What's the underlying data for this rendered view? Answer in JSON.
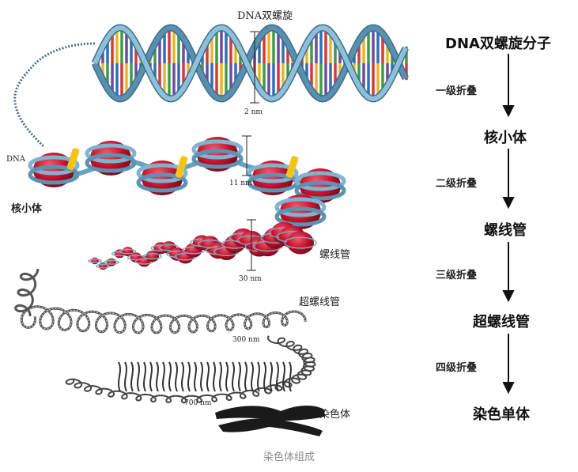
{
  "illustration": {
    "title": "DNA双螺旋",
    "dna_label": "DNA",
    "nucleosome_label": "核小体",
    "solenoid_label": "螺线管",
    "supercoil_label": "超螺线管",
    "chromatid_label": "染色体",
    "dim_2nm": "2 nm",
    "dim_11nm": "11 nm",
    "dim_30nm": "30 nm",
    "dim_300nm": "300 nm",
    "dim_700nm": "700 nm"
  },
  "flow": {
    "steps": [
      "DNA双螺旋分子",
      "核小体",
      "螺线管",
      "超螺线管",
      "染色单体"
    ],
    "transitions": [
      "一级折叠",
      "二级折叠",
      "三级折叠",
      "四级折叠"
    ]
  },
  "caption": "染色体组成",
  "colors": {
    "helix_backbone": "#5a8fb0",
    "histone": "#c4122b",
    "linker_protein": "#f2c318",
    "fiber": "#444444"
  }
}
